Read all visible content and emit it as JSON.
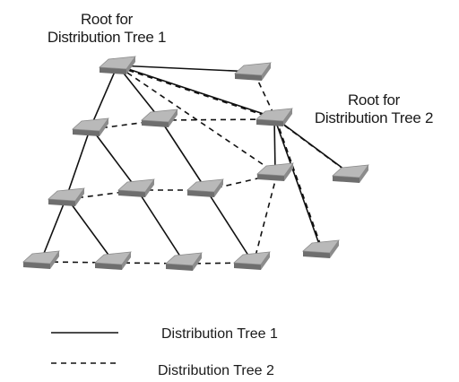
{
  "root1_label": {
    "line1": "Root for",
    "line2": "Distribution Tree 1"
  },
  "root2_label": {
    "line1": "Root for",
    "line2": "Distribution Tree 2"
  },
  "legend": {
    "solid_label": "Distribution Tree 1",
    "dashed_label": "Distribution Tree 2"
  },
  "colors": {
    "switch_top": "#b9b9b9",
    "switch_side": "#6e6e6e",
    "line": "#111111"
  },
  "nodes": [
    "root1",
    "top-right",
    "root2",
    "level2-left",
    "level2-mid",
    "level2-right",
    "far-right",
    "level3-a",
    "level3-b",
    "level3-c",
    "level4-a",
    "level4-b",
    "level4-c",
    "level4-d",
    "level4-e"
  ],
  "solid_links": [
    [
      "root1",
      "top-right"
    ],
    [
      "root1",
      "root2"
    ],
    [
      "root1",
      "level2-left"
    ],
    [
      "root1",
      "level2-mid"
    ],
    [
      "level2-left",
      "level3-a"
    ],
    [
      "level2-left",
      "level3-b"
    ],
    [
      "level2-mid",
      "level3-c"
    ],
    [
      "level3-a",
      "level4-a"
    ],
    [
      "level3-a",
      "level4-b"
    ],
    [
      "level3-b",
      "level4-c"
    ],
    [
      "level3-c",
      "level4-d"
    ],
    [
      "root2",
      "level2-right"
    ],
    [
      "root2",
      "far-right"
    ],
    [
      "root2",
      "level4-e"
    ]
  ],
  "dashed_links": [
    [
      "root1",
      "root2"
    ],
    [
      "root1",
      "level2-right"
    ],
    [
      "top-right",
      "root2"
    ],
    [
      "level2-left",
      "level2-mid"
    ],
    [
      "level2-mid",
      "root2"
    ],
    [
      "root2",
      "level4-e"
    ],
    [
      "level3-a",
      "level3-b"
    ],
    [
      "level3-b",
      "level3-c"
    ],
    [
      "level3-c",
      "level2-right"
    ],
    [
      "level2-right",
      "level4-d"
    ],
    [
      "level4-a",
      "level4-b"
    ],
    [
      "level4-b",
      "level4-c"
    ],
    [
      "level4-c",
      "level4-d"
    ],
    [
      "far-right",
      "root2"
    ]
  ]
}
